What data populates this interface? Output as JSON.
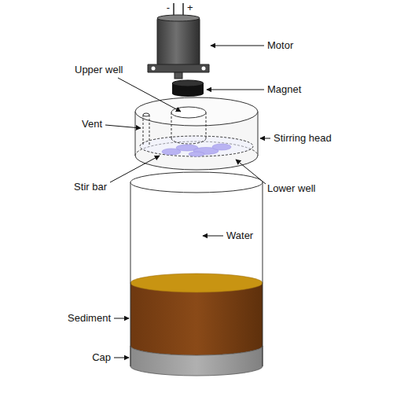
{
  "diagram": {
    "labels": [
      "-",
      "+",
      "Motor",
      "Upper well",
      "Magnet",
      "Vent",
      "Stirring head",
      "Stir bar",
      "Lower well",
      "Water",
      "Sediment",
      "Cap"
    ]
  }
}
